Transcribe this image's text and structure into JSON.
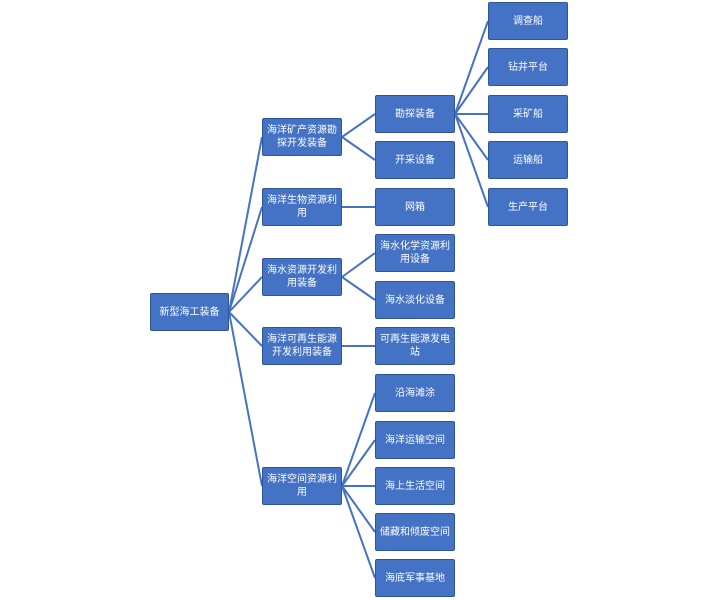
{
  "colors": {
    "node_fill": "#4472C4",
    "node_border": "#2F5597",
    "connector": "#4472C4",
    "text": "#FFFFFF"
  },
  "tree": {
    "root": "新型海工装备",
    "categories": [
      {
        "label": "海洋矿产资源勘探开发装备",
        "children": [
          {
            "label": "勘探装备",
            "children": [
              "调查船",
              "钻井平台",
              "采矿船",
              "运输船",
              "生产平台"
            ]
          },
          {
            "label": "开采设备",
            "children": []
          }
        ]
      },
      {
        "label": "海洋生物资源利用",
        "children": [
          {
            "label": "网箱",
            "children": []
          }
        ]
      },
      {
        "label": "海水资源开发利用装备",
        "children": [
          {
            "label": "海水化学资源利用设备",
            "children": []
          },
          {
            "label": "海水淡化设备",
            "children": []
          }
        ]
      },
      {
        "label": "海洋可再生能源开发利用装备",
        "children": [
          {
            "label": "可再生能源发电站",
            "children": []
          }
        ]
      },
      {
        "label": "海洋空间资源利用",
        "children": [
          {
            "label": "沿海滩涂",
            "children": []
          },
          {
            "label": "海洋运输空间",
            "children": []
          },
          {
            "label": "海上生活空间",
            "children": []
          },
          {
            "label": "储藏和倾废空间",
            "children": []
          },
          {
            "label": "海底军事基地",
            "children": []
          }
        ]
      }
    ]
  }
}
